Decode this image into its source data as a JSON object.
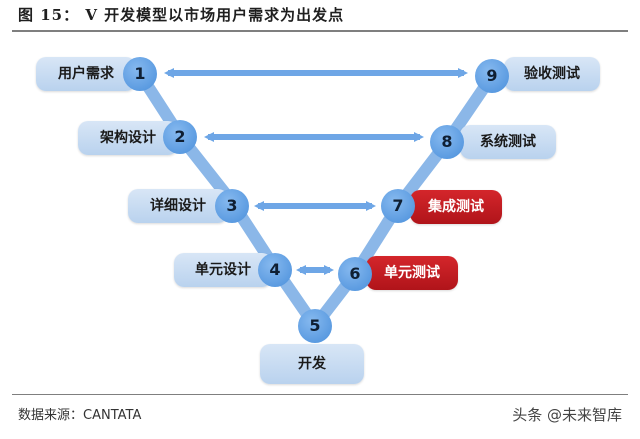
{
  "figure": {
    "title": "图 15： V 开发模型以市场用户需求为出发点"
  },
  "left_steps": [
    {
      "num": "1",
      "label": "用户需求"
    },
    {
      "num": "2",
      "label": "架构设计"
    },
    {
      "num": "3",
      "label": "详细设计"
    },
    {
      "num": "4",
      "label": "单元设计"
    }
  ],
  "bottom_step": {
    "num": "5",
    "label": "开发"
  },
  "right_steps": [
    {
      "num": "6",
      "label": "单元测试"
    },
    {
      "num": "7",
      "label": "集成测试"
    },
    {
      "num": "8",
      "label": "系统测试"
    },
    {
      "num": "9",
      "label": "验收测试"
    }
  ],
  "colors": {
    "accent_blue": "#4a8fdb",
    "pill_blue": "#c8dcf2",
    "highlight_red": "#c0161d",
    "arrow_blue": "#6ea6e6"
  },
  "footer": {
    "source": "数据来源：CANTATA",
    "watermark": "头条 @未来智库"
  }
}
